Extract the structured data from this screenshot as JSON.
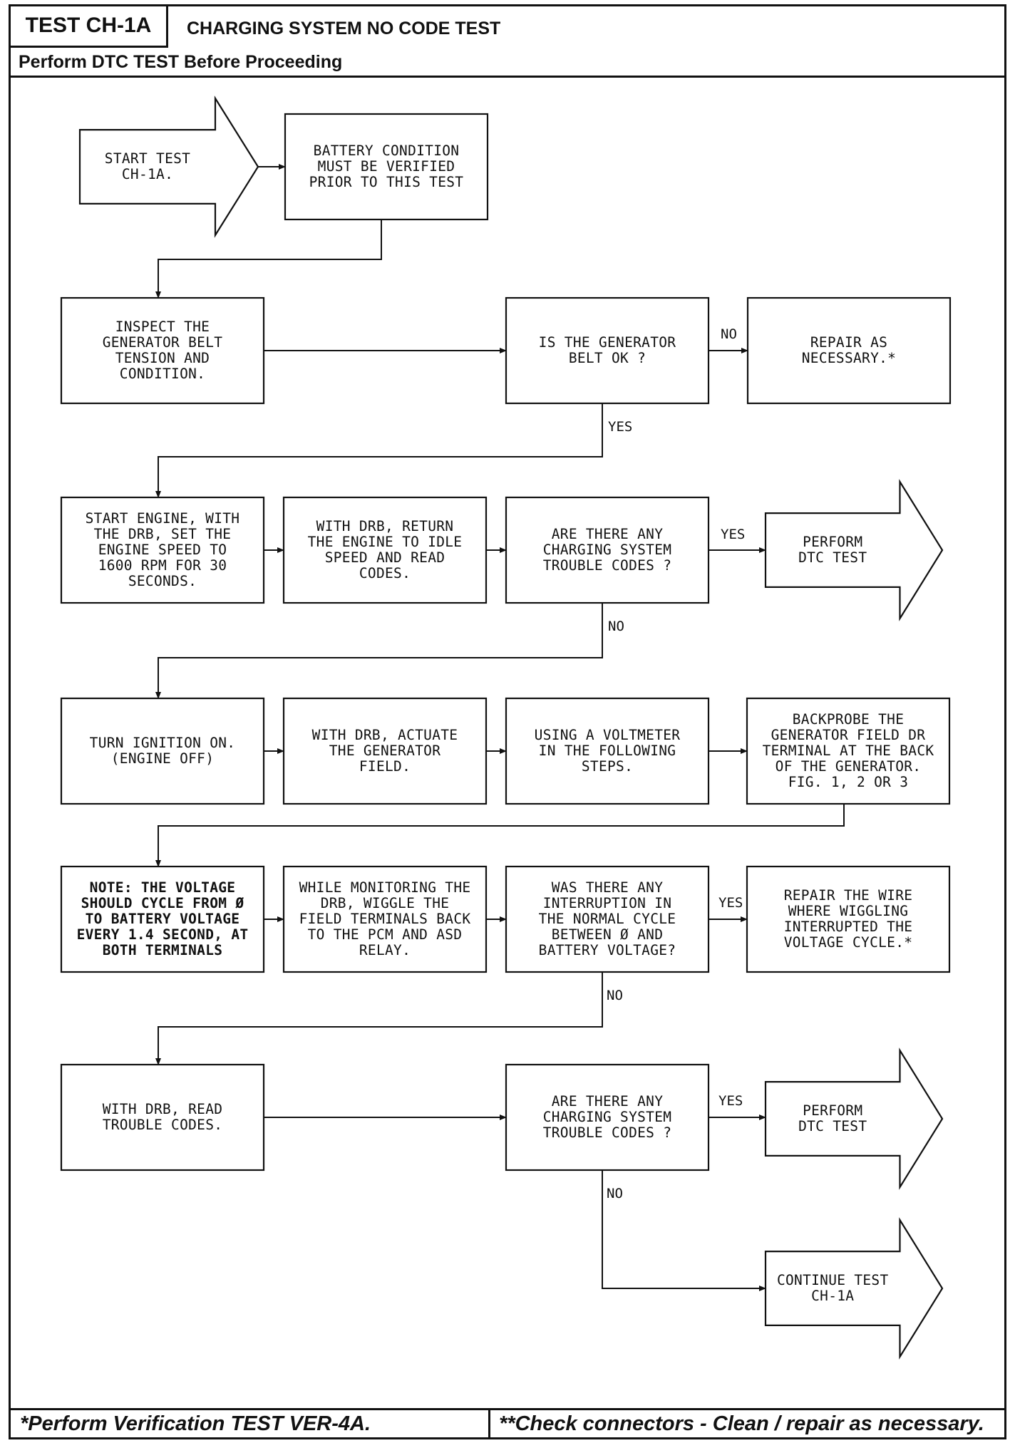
{
  "header": {
    "test_id": "TEST CH-1A",
    "title": "CHARGING SYSTEM NO CODE TEST",
    "subtitle": "Perform DTC TEST Before Proceeding"
  },
  "footer": {
    "left_note": "*Perform Verification TEST VER-4A.",
    "right_note": "**Check connectors - Clean / repair as necessary."
  },
  "flowchart": {
    "nodes": {
      "start": {
        "shape": "arrow",
        "lines": [
          "START TEST",
          "CH-1A."
        ]
      },
      "battery": {
        "shape": "box",
        "lines": [
          "BATTERY CONDITION",
          "MUST BE VERIFIED",
          "PRIOR TO THIS TEST"
        ]
      },
      "inspect_belt": {
        "shape": "box",
        "lines": [
          "INSPECT THE",
          "GENERATOR BELT",
          "TENSION AND",
          "CONDITION."
        ]
      },
      "belt_ok": {
        "shape": "decision",
        "lines": [
          "IS THE GENERATOR",
          "BELT OK ?"
        ]
      },
      "repair_belt": {
        "shape": "box",
        "lines": [
          "REPAIR AS",
          "NECESSARY.*"
        ]
      },
      "start_engine": {
        "shape": "box",
        "lines": [
          "START ENGINE, WITH",
          "THE DRB, SET THE",
          "ENGINE SPEED TO",
          "1600 RPM FOR 30",
          "SECONDS."
        ]
      },
      "return_idle": {
        "shape": "box",
        "lines": [
          "WITH DRB, RETURN",
          "THE ENGINE TO IDLE",
          "SPEED AND READ",
          "CODES."
        ]
      },
      "codes_q1": {
        "shape": "decision",
        "lines": [
          "ARE THERE ANY",
          "CHARGING SYSTEM",
          "TROUBLE CODES ?"
        ]
      },
      "perform_dtc_1": {
        "shape": "arrow",
        "lines": [
          "PERFORM",
          "DTC TEST"
        ]
      },
      "ignition_on": {
        "shape": "box",
        "lines": [
          "TURN IGNITION ON.",
          "(ENGINE OFF)"
        ]
      },
      "actuate_field": {
        "shape": "box",
        "lines": [
          "WITH DRB, ACTUATE",
          "THE GENERATOR",
          "FIELD."
        ]
      },
      "voltmeter": {
        "shape": "box",
        "lines": [
          "USING A VOLTMETER",
          "IN THE FOLLOWING",
          "STEPS."
        ]
      },
      "backprobe": {
        "shape": "box",
        "lines": [
          "BACKPROBE THE",
          "GENERATOR FIELD DR",
          "TERMINAL AT THE BACK",
          "OF THE GENERATOR.",
          "FIG. 1, 2 OR 3"
        ]
      },
      "note_voltage": {
        "shape": "box",
        "lines": [
          "NOTE: THE VOLTAGE",
          "SHOULD CYCLE FROM Ø",
          "TO BATTERY VOLTAGE",
          "EVERY 1.4 SECOND, AT",
          "BOTH TERMINALS"
        ]
      },
      "wiggle": {
        "shape": "box",
        "lines": [
          "WHILE MONITORING THE",
          "DRB, WIGGLE THE",
          "FIELD TERMINALS BACK",
          "TO THE PCM AND ASD",
          "RELAY."
        ]
      },
      "interruption_q": {
        "shape": "decision",
        "lines": [
          "WAS THERE ANY",
          "INTERRUPTION IN",
          "THE NORMAL CYCLE",
          "BETWEEN Ø AND",
          "BATTERY VOLTAGE?"
        ]
      },
      "repair_wire": {
        "shape": "box",
        "lines": [
          "REPAIR THE WIRE",
          "WHERE WIGGLING",
          "INTERRUPTED THE",
          "VOLTAGE CYCLE.*"
        ]
      },
      "read_codes": {
        "shape": "box",
        "lines": [
          "WITH DRB, READ",
          "TROUBLE CODES."
        ]
      },
      "codes_q2": {
        "shape": "decision",
        "lines": [
          "ARE THERE ANY",
          "CHARGING SYSTEM",
          "TROUBLE CODES ?"
        ]
      },
      "perform_dtc_2": {
        "shape": "arrow",
        "lines": [
          "PERFORM",
          "DTC TEST"
        ]
      },
      "continue_test": {
        "shape": "arrow",
        "lines": [
          "CONTINUE TEST",
          "CH-1A"
        ]
      }
    },
    "edges": [
      {
        "from": "start",
        "to": "battery",
        "label": ""
      },
      {
        "from": "battery",
        "to": "inspect_belt",
        "label": ""
      },
      {
        "from": "inspect_belt",
        "to": "belt_ok",
        "label": ""
      },
      {
        "from": "belt_ok",
        "to": "repair_belt",
        "label": "NO"
      },
      {
        "from": "belt_ok",
        "to": "start_engine",
        "label": "YES"
      },
      {
        "from": "start_engine",
        "to": "return_idle",
        "label": ""
      },
      {
        "from": "return_idle",
        "to": "codes_q1",
        "label": ""
      },
      {
        "from": "codes_q1",
        "to": "perform_dtc_1",
        "label": "YES"
      },
      {
        "from": "codes_q1",
        "to": "ignition_on",
        "label": "NO"
      },
      {
        "from": "ignition_on",
        "to": "actuate_field",
        "label": ""
      },
      {
        "from": "actuate_field",
        "to": "voltmeter",
        "label": ""
      },
      {
        "from": "voltmeter",
        "to": "backprobe",
        "label": ""
      },
      {
        "from": "backprobe",
        "to": "note_voltage",
        "label": ""
      },
      {
        "from": "note_voltage",
        "to": "wiggle",
        "label": ""
      },
      {
        "from": "wiggle",
        "to": "interruption_q",
        "label": ""
      },
      {
        "from": "interruption_q",
        "to": "repair_wire",
        "label": "YES"
      },
      {
        "from": "interruption_q",
        "to": "read_codes",
        "label": "NO"
      },
      {
        "from": "read_codes",
        "to": "codes_q2",
        "label": ""
      },
      {
        "from": "codes_q2",
        "to": "perform_dtc_2",
        "label": "YES"
      },
      {
        "from": "codes_q2",
        "to": "continue_test",
        "label": "NO"
      }
    ]
  }
}
